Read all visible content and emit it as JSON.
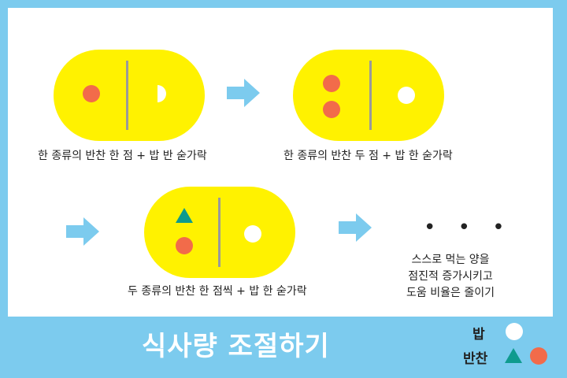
{
  "captions": {
    "step1": "한 종류의 반찬 한 점 + 밥 반 숟가락",
    "step2": "한 종류의 반찬 두 점 + 밥 한 숟가락",
    "step3": "두 종류의 반찬 한 점씩 + 밥 한 숟가락"
  },
  "continuation": {
    "ellipsis": "• • •",
    "note_line1": "스스로 먹는 양을",
    "note_line2": "점진적 증가시키고",
    "note_line3": "도움 비율은 줄이기"
  },
  "title": "식사량 조절하기",
  "legend": {
    "rice_label": "밥",
    "side_label": "반찬"
  },
  "colors": {
    "background": "#7ccbee",
    "plate": "#fff200",
    "side_dish_orange": "#f26b4a",
    "side_dish_teal": "#0f9b8e",
    "rice": "#ffffff",
    "arrow": "#7ccbee"
  }
}
